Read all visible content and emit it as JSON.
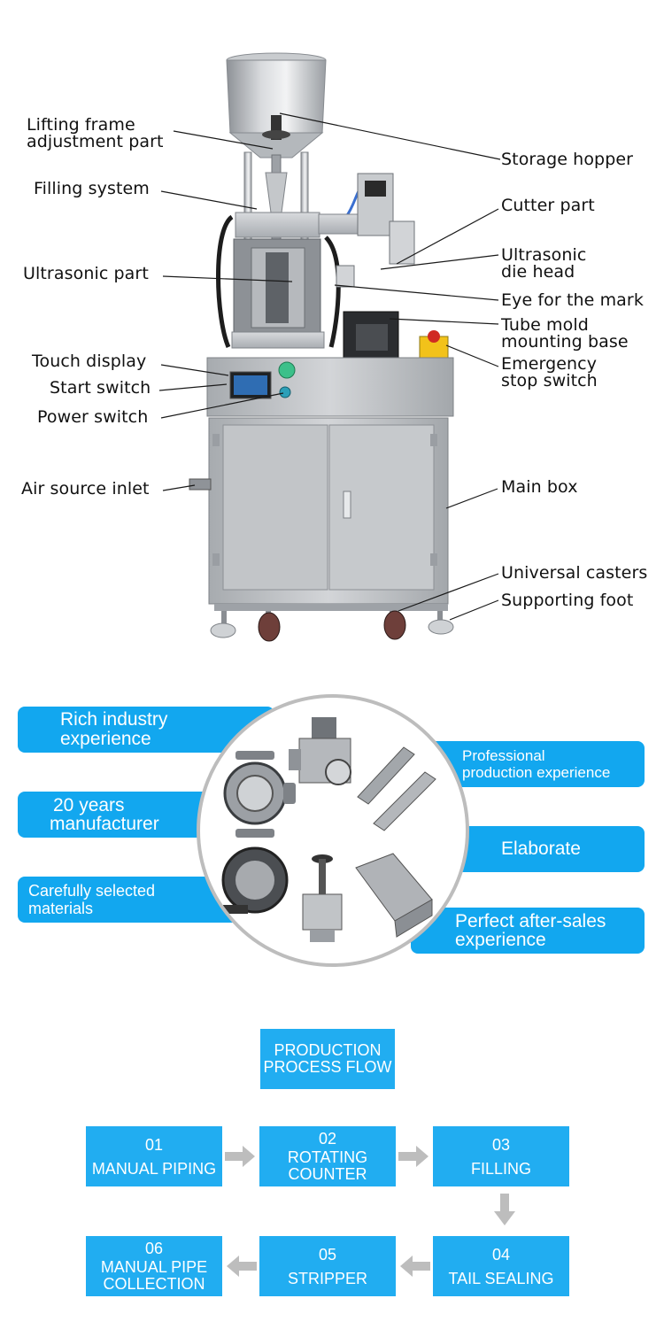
{
  "diagram": {
    "labels": {
      "lifting_frame": [
        "Lifting frame",
        "adjustment part"
      ],
      "filling_system": "Filling system",
      "ultrasonic_part": "Ultrasonic part",
      "touch_display": "Touch display",
      "start_switch": "Start switch",
      "power_switch": "Power switch",
      "air_source_inlet": "Air source inlet",
      "storage_hopper": "Storage hopper",
      "cutter_part": "Cutter part",
      "ultrasonic_die_head": [
        "Ultrasonic",
        "die head"
      ],
      "eye_for_mark": "Eye for the mark",
      "tube_mold_base": [
        "Tube mold",
        "mounting base"
      ],
      "emergency_stop": [
        "Emergency",
        "stop switch"
      ],
      "main_box": "Main box",
      "universal_casters": "Universal casters",
      "supporting_foot": "Supporting foot"
    }
  },
  "advantages": {
    "left": [
      [
        "Rich industry",
        "experience"
      ],
      [
        "20 years",
        "manufacturer"
      ],
      [
        "Carefully selected",
        "materials"
      ]
    ],
    "right": [
      [
        "Professional",
        "production experience"
      ],
      [
        "Elaborate"
      ],
      [
        "Perfect after-sales",
        "experience"
      ]
    ]
  },
  "process": {
    "title": [
      "PRODUCTION",
      "PROCESS FLOW"
    ],
    "steps": [
      {
        "num": "01",
        "label": [
          "MANUAL PIPING"
        ]
      },
      {
        "num": "02",
        "label": [
          "ROTATING",
          "COUNTER"
        ]
      },
      {
        "num": "03",
        "label": [
          "FILLING"
        ]
      },
      {
        "num": "04",
        "label": [
          "TAIL SEALING"
        ]
      },
      {
        "num": "05",
        "label": [
          "STRIPPER"
        ]
      },
      {
        "num": "06",
        "label": [
          "MANUAL PIPE",
          "COLLECTION"
        ]
      }
    ]
  },
  "colors": {
    "accent": "#12a7ef",
    "step_box": "#21adf1",
    "arrow": "#bdbdbd",
    "steel": "#b9bcc0"
  }
}
